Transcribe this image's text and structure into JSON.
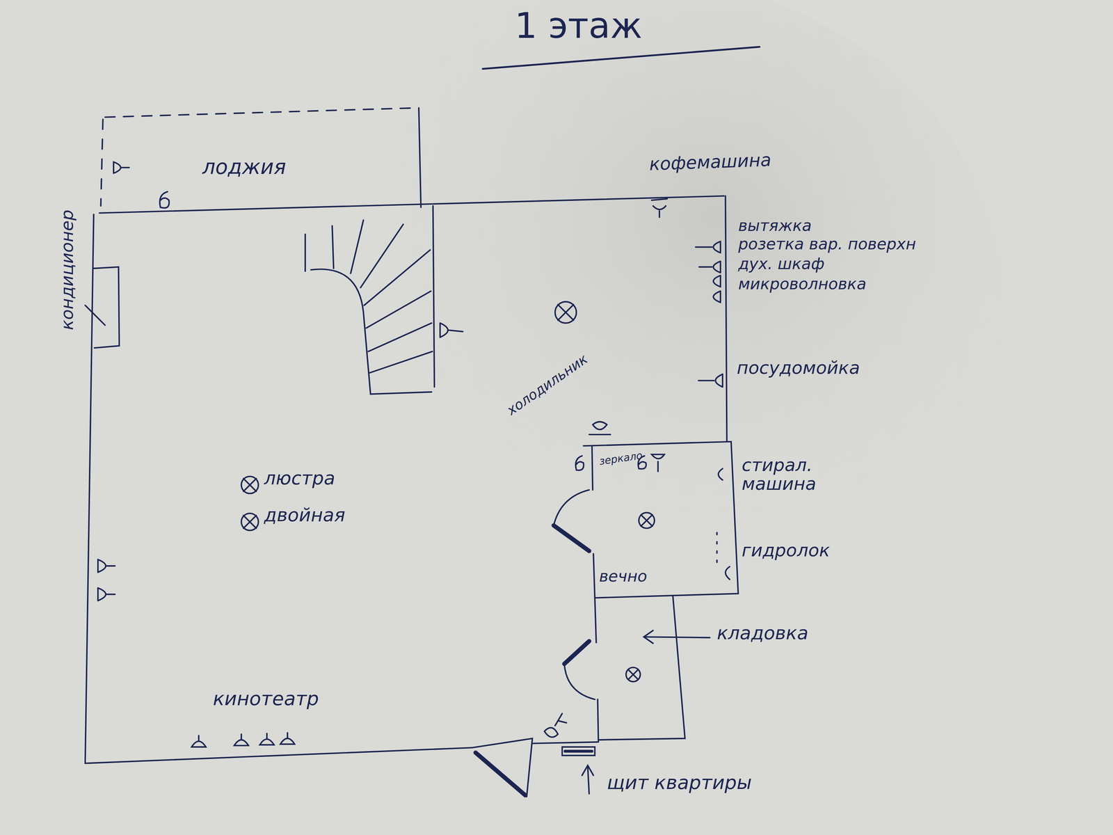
{
  "diagram": {
    "title": "1 этаж",
    "nodes": [
      {
        "text": [
          "лоджия"
        ]
      },
      {
        "text": [
          "зеркало",
          "вечно"
        ]
      }
    ],
    "labels": [
      "кофемашина",
      "вытяжка",
      "розетка вар. поверхн",
      "дух. шкаф",
      "микроволновка",
      "посудомойка",
      "холодильник",
      "стирал. машина",
      "гидролок",
      "кладовка",
      "щит квартиры",
      "кондиционер",
      "люстра",
      "двойная",
      "кинотеатр"
    ]
  }
}
